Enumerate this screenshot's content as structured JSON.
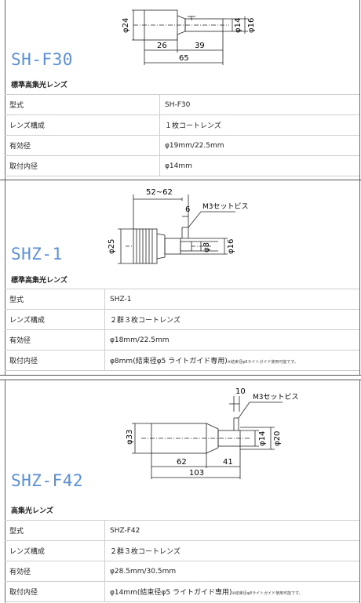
{
  "products": [
    {
      "title": "SH-F30",
      "subtitle": "標準高集光レンズ",
      "rows": [
        {
          "label": "型式",
          "value": "SH-F30"
        },
        {
          "label": "レンズ構成",
          "value": "１枚コートレンズ"
        },
        {
          "label": "有効径",
          "value": "φ19mm/22.5mm"
        },
        {
          "label": "取付内径",
          "value": "φ14mm"
        }
      ],
      "drawing": {
        "d1": "φ24",
        "d2": "φ14",
        "d3": "φ16",
        "len1": "26",
        "len2": "39",
        "total": "65"
      }
    },
    {
      "title": "SHZ-1",
      "subtitle": "標準高集光レンズ",
      "rows": [
        {
          "label": "型式",
          "value": "SHZ-1"
        },
        {
          "label": "レンズ構成",
          "value": "２群３枚コートレンズ"
        },
        {
          "label": "有効径",
          "value": "φ18mm/22.5mm"
        },
        {
          "label": "取付内径",
          "value": "φ8mm(結束径φ5 ライトガイド専用)",
          "note": "※結束径φ8ライトガイド使用可能です。"
        }
      ],
      "drawing": {
        "range": "52~62",
        "six": "6",
        "screw": "M3セットビス",
        "d1": "φ25",
        "d2": "φ8",
        "d3": "φ16"
      }
    },
    {
      "title": "SHZ-F42",
      "subtitle": "高集光レンズ",
      "rows": [
        {
          "label": "型式",
          "value": "SHZ-F42"
        },
        {
          "label": "レンズ構成",
          "value": "２群３枚コートレンズ"
        },
        {
          "label": "有効径",
          "value": "φ28.5mm/30.5mm"
        },
        {
          "label": "取付内径",
          "value": "φ14mm(結束径φ5 ライトガイド専用)",
          "note": "※結束径φ8ライトガイド使用可能です。"
        }
      ],
      "drawing": {
        "ten": "10",
        "screw": "M3セットビス",
        "d1": "φ33",
        "d2": "φ14",
        "d3": "φ20",
        "len1": "62",
        "len2": "41",
        "total": "103"
      }
    }
  ]
}
